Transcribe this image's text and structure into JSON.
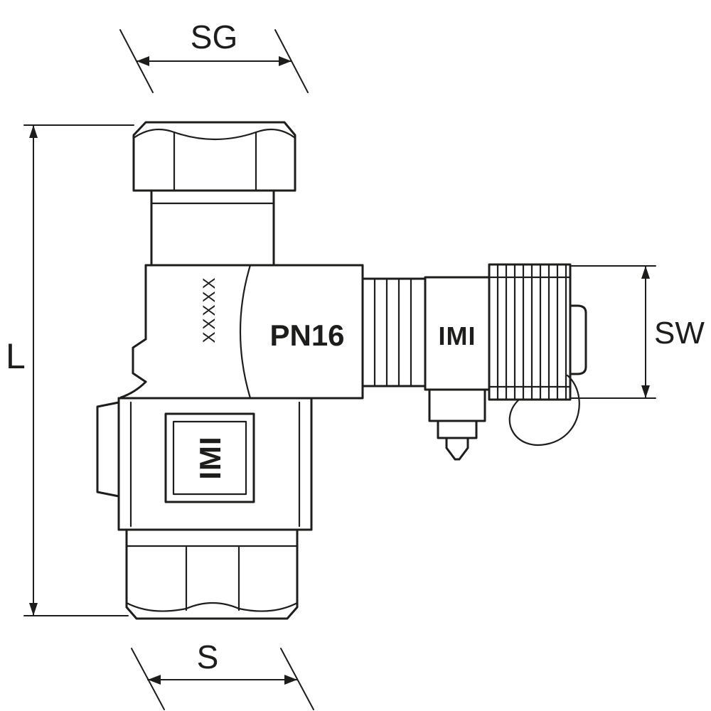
{
  "page": {
    "background": "#ffffff",
    "line_color": "#1d1d1b",
    "kind": "valve technical line drawing"
  },
  "dimensions": {
    "top_width": {
      "label": "SG"
    },
    "overall_height": {
      "label": "L"
    },
    "cap_height": {
      "label": "SW"
    },
    "bottom_width": {
      "label": "S"
    }
  },
  "markings": {
    "pressure_rating": "PN16",
    "stamp": "XXXXX",
    "brand_side_port": "IMI",
    "brand_valve_body": "IMI"
  }
}
